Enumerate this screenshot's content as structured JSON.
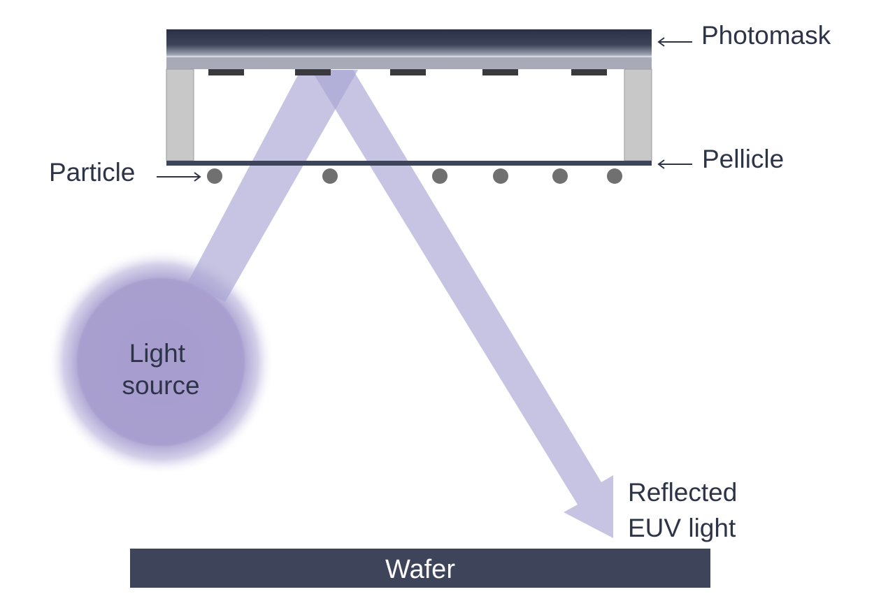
{
  "labels": {
    "photomask": "Photomask",
    "pellicle": "Pellicle",
    "particle": "Particle",
    "light_source_line1": "Light",
    "light_source_line2": "source",
    "reflected_line1": "Reflected",
    "reflected_line2": "EUV light",
    "wafer": "Wafer"
  },
  "colors": {
    "photomask_dark": "#2e3448",
    "photomask_plate": "#a9aab8",
    "absorber": "#3a3a3e",
    "frame": "#c8c8c8",
    "pellicle": "#3e4459",
    "particle": "#707070",
    "beam": "#a8a5d2",
    "light_source": "#a79ecf",
    "wafer": "#3e4459",
    "text": "#2e3448"
  }
}
